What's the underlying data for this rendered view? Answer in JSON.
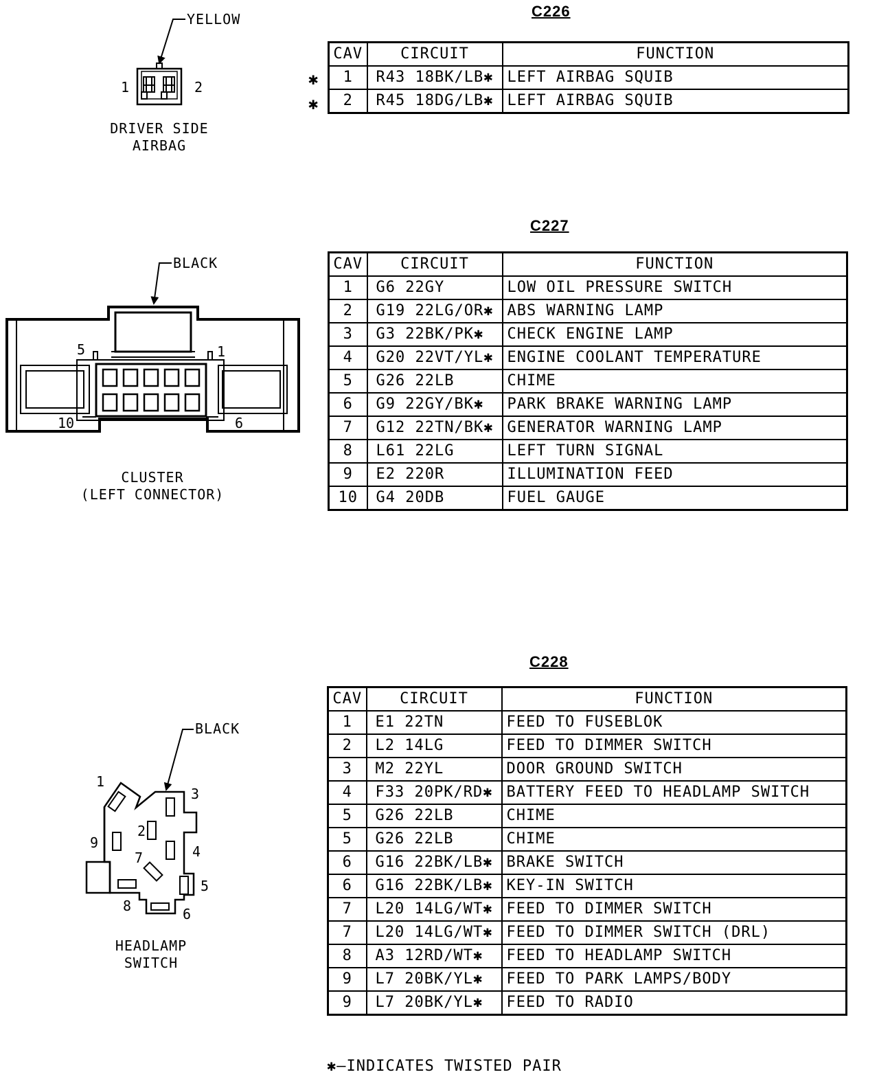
{
  "connectors": [
    {
      "id": "C226",
      "title": "C226",
      "headers": [
        "CAV",
        "CIRCUIT",
        "FUNCTION"
      ],
      "rows": [
        {
          "cav": "1",
          "circuit": "R43 18BK/LB✱",
          "function": "LEFT AIRBAG SQUIB",
          "twisted": "✱"
        },
        {
          "cav": "2",
          "circuit": "R45 18DG/LB✱",
          "function": "LEFT AIRBAG SQUIB",
          "twisted": "✱"
        }
      ],
      "diagram": {
        "color": "YELLOW",
        "name": "DRIVER SIDE\nAIRBAG",
        "pins": [
          "1",
          "2"
        ]
      }
    },
    {
      "id": "C227",
      "title": "C227",
      "headers": [
        "CAV",
        "CIRCUIT",
        "FUNCTION"
      ],
      "rows": [
        {
          "cav": "1",
          "circuit": "G6 22GY",
          "function": "LOW OIL PRESSURE SWITCH"
        },
        {
          "cav": "2",
          "circuit": "G19 22LG/OR✱",
          "function": "ABS WARNING LAMP"
        },
        {
          "cav": "3",
          "circuit": "G3 22BK/PK✱",
          "function": "CHECK ENGINE LAMP"
        },
        {
          "cav": "4",
          "circuit": "G20 22VT/YL✱",
          "function": "ENGINE COOLANT TEMPERATURE"
        },
        {
          "cav": "5",
          "circuit": "G26 22LB",
          "function": "CHIME"
        },
        {
          "cav": "6",
          "circuit": "G9 22GY/BK✱",
          "function": "PARK BRAKE WARNING LAMP"
        },
        {
          "cav": "7",
          "circuit": "G12 22TN/BK✱",
          "function": "GENERATOR WARNING LAMP"
        },
        {
          "cav": "8",
          "circuit": "L61 22LG",
          "function": "LEFT TURN SIGNAL"
        },
        {
          "cav": "9",
          "circuit": "E2 220R",
          "function": "ILLUMINATION FEED"
        },
        {
          "cav": "10",
          "circuit": "G4 20DB",
          "function": "FUEL GAUGE"
        }
      ],
      "diagram": {
        "color": "BLACK",
        "name": "CLUSTER\n(LEFT CONNECTOR)",
        "pins": [
          "5",
          "1",
          "10",
          "6"
        ]
      }
    },
    {
      "id": "C228",
      "title": "C228",
      "headers": [
        "CAV",
        "CIRCUIT",
        "FUNCTION"
      ],
      "rows": [
        {
          "cav": "1",
          "circuit": "E1 22TN",
          "function": "FEED TO FUSEBLOK"
        },
        {
          "cav": "2",
          "circuit": "L2 14LG",
          "function": "FEED TO DIMMER SWITCH"
        },
        {
          "cav": "3",
          "circuit": "M2 22YL",
          "function": "DOOR GROUND SWITCH"
        },
        {
          "cav": "4",
          "circuit": "F33 20PK/RD✱",
          "function": "BATTERY FEED TO HEADLAMP SWITCH"
        },
        {
          "cav": "5",
          "circuit": "G26 22LB",
          "function": "CHIME"
        },
        {
          "cav": "5",
          "circuit": "G26 22LB",
          "function": "CHIME"
        },
        {
          "cav": "6",
          "circuit": "G16 22BK/LB✱",
          "function": "BRAKE SWITCH"
        },
        {
          "cav": "6",
          "circuit": "G16 22BK/LB✱",
          "function": "KEY-IN SWITCH"
        },
        {
          "cav": "7",
          "circuit": "L20 14LG/WT✱",
          "function": "FEED TO DIMMER SWITCH"
        },
        {
          "cav": "7",
          "circuit": "L20 14LG/WT✱",
          "function": "FEED TO DIMMER SWITCH (DRL)"
        },
        {
          "cav": "8",
          "circuit": "A3 12RD/WT✱",
          "function": "FEED TO HEADLAMP SWITCH"
        },
        {
          "cav": "9",
          "circuit": "L7 20BK/YL✱",
          "function": "FEED TO PARK LAMPS/BODY"
        },
        {
          "cav": "9",
          "circuit": "L7 20BK/YL✱",
          "function": "FEED TO RADIO"
        }
      ],
      "diagram": {
        "color": "BLACK",
        "name": "HEADLAMP\nSWITCH",
        "pins": [
          "1",
          "2",
          "3",
          "4",
          "5",
          "6",
          "7",
          "8",
          "9"
        ]
      }
    }
  ],
  "legend": "✱—INDICATES TWISTED PAIR"
}
